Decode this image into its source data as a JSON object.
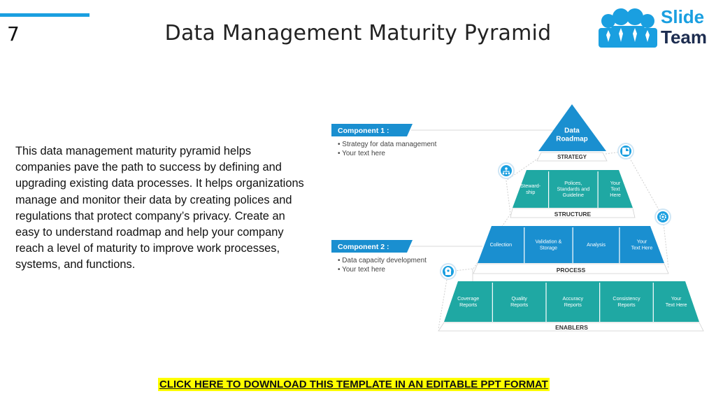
{
  "slide": {
    "number": "7",
    "title": "Data Management Maturity Pyramid",
    "description": "This data management maturity pyramid helps companies pave the path to success by defining and upgrading existing data processes. It helps organizations manage and monitor their data by creating polices and regulations that protect company’s privacy. Create an easy to understand roadmap and help your company reach a level of maturity to improve work processes, systems, and functions.",
    "cta": "CLICK HERE TO DOWNLOAD THIS TEMPLATE IN AN EDITABLE PPT FORMAT"
  },
  "logo": {
    "line1": "Slide",
    "line2": "Team"
  },
  "colors": {
    "teal": "#1fa8a3",
    "blue": "#1a8fd0",
    "accent": "#1a9fe0",
    "navy": "#1d2d50",
    "highlight": "#ffff00"
  },
  "components": [
    {
      "label": "Component 1 :",
      "bullets": [
        "Strategy for data management",
        "Your text here"
      ]
    },
    {
      "label": "Component 2 :",
      "bullets": [
        "Data capacity development",
        "Your text here"
      ]
    }
  ],
  "pyramid": {
    "top": {
      "lines": [
        "Data",
        "Roadmap"
      ],
      "footer": "STRATEGY",
      "icon": "chart-pie-icon"
    },
    "tiers": [
      {
        "footer": "STRUCTURE",
        "icon": "hierarchy-icon",
        "cells": [
          [
            "Steward-",
            "ship"
          ],
          [
            "Polices,",
            "Standards and",
            "Guideline"
          ],
          [
            "Your",
            "Text",
            "Here"
          ]
        ]
      },
      {
        "footer": "PROCESS",
        "icon": "gear-icon",
        "cells": [
          [
            "Collection"
          ],
          [
            "Validation &",
            "Storage"
          ],
          [
            "Analysis"
          ],
          [
            "Your",
            "Text Here"
          ]
        ]
      },
      {
        "footer": "ENABLERS",
        "icon": "head-gear-icon",
        "cells": [
          [
            "Coverage",
            "Reports"
          ],
          [
            "Quality",
            "Reports"
          ],
          [
            "Accuracy",
            "Reports"
          ],
          [
            "Consistency",
            "Reports"
          ],
          [
            "Your",
            "Text Here"
          ]
        ]
      }
    ]
  }
}
